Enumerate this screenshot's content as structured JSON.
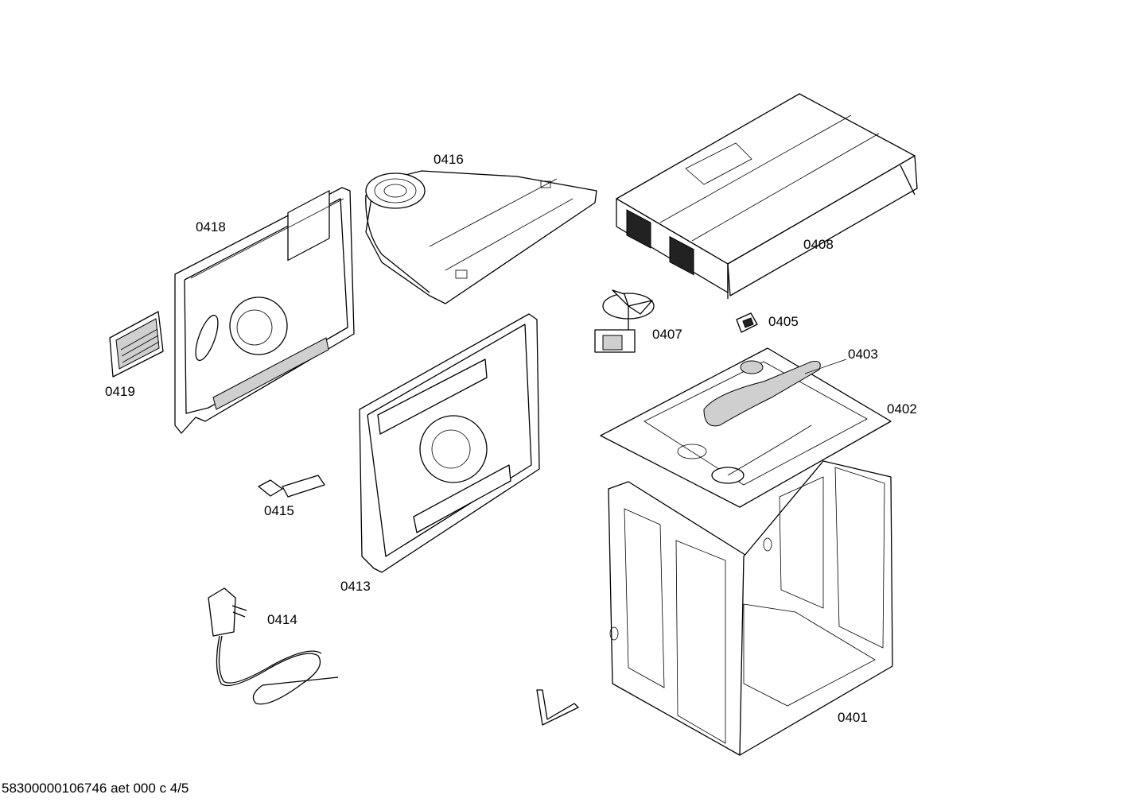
{
  "parts": [
    {
      "id": "0401"
    },
    {
      "id": "0402"
    },
    {
      "id": "0403"
    },
    {
      "id": "0405"
    },
    {
      "id": "0407"
    },
    {
      "id": "0408"
    },
    {
      "id": "0413"
    },
    {
      "id": "0414"
    },
    {
      "id": "0415"
    },
    {
      "id": "0416"
    },
    {
      "id": "0418"
    },
    {
      "id": "0419"
    }
  ],
  "footer": "58300000106746 aet 000 c 4/5"
}
